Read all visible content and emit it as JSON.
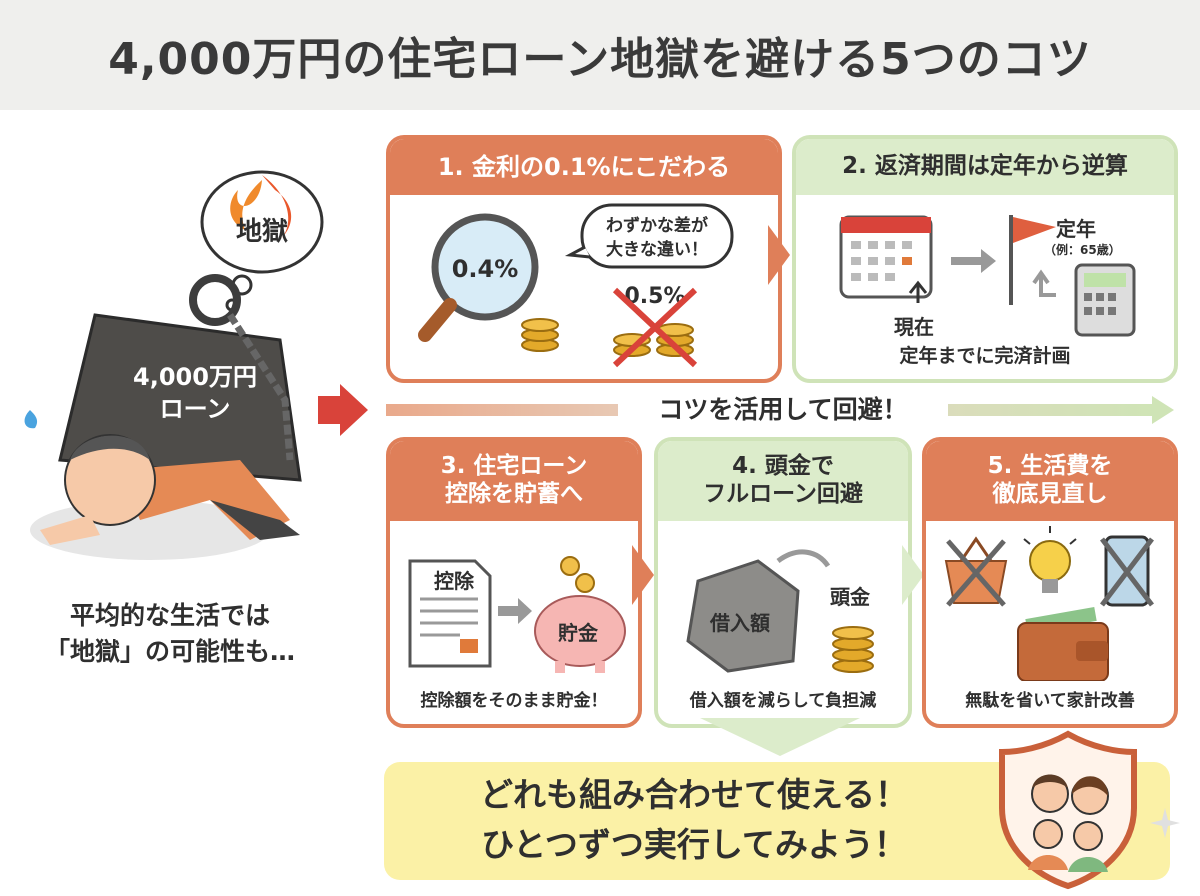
{
  "title": "4,000万円の住宅ローン地獄を避ける5つのコツ",
  "left": {
    "bubble_text": "地獄",
    "weight_label_1": "4,000万円",
    "weight_label_2": "ローン",
    "caption_1": "平均的な生活では",
    "caption_2": "「地獄」の可能性も…"
  },
  "arrow_label": "コツを活用して回避！",
  "tips": [
    {
      "title": "1. 金利の0.1%にこだわる",
      "rate_good": "0.4%",
      "rate_bad": "0.5%",
      "speech_1": "わずかな差が",
      "speech_2": "大きな違い！"
    },
    {
      "title": "2. 返済期間は定年から逆算",
      "flag_label": "定年",
      "flag_sub": "（例：65歳）",
      "now_label": "現在",
      "caption": "定年までに完済計画"
    },
    {
      "title_1": "3. 住宅ローン",
      "title_2": "控除を貯蓄へ",
      "doc_label": "控除",
      "pig_label": "貯金",
      "caption": "控除額をそのまま貯金！"
    },
    {
      "title_1": "4. 頭金で",
      "title_2": "フルローン回避",
      "rock_label": "借入額",
      "coin_label": "頭金",
      "caption": "借入額を減らして負担減"
    },
    {
      "title_1": "5. 生活費を",
      "title_2": "徹底見直し",
      "caption": "無駄を省いて家計改善"
    }
  ],
  "banner": {
    "line_1": "どれも組み合わせて使える！",
    "line_2": "ひとつずつ実行してみよう！"
  },
  "colors": {
    "accent_orange": "#df7f59",
    "accent_green": "#dceccb",
    "banner_yellow": "#fbf1a6",
    "arrow_red": "#d9433a"
  }
}
